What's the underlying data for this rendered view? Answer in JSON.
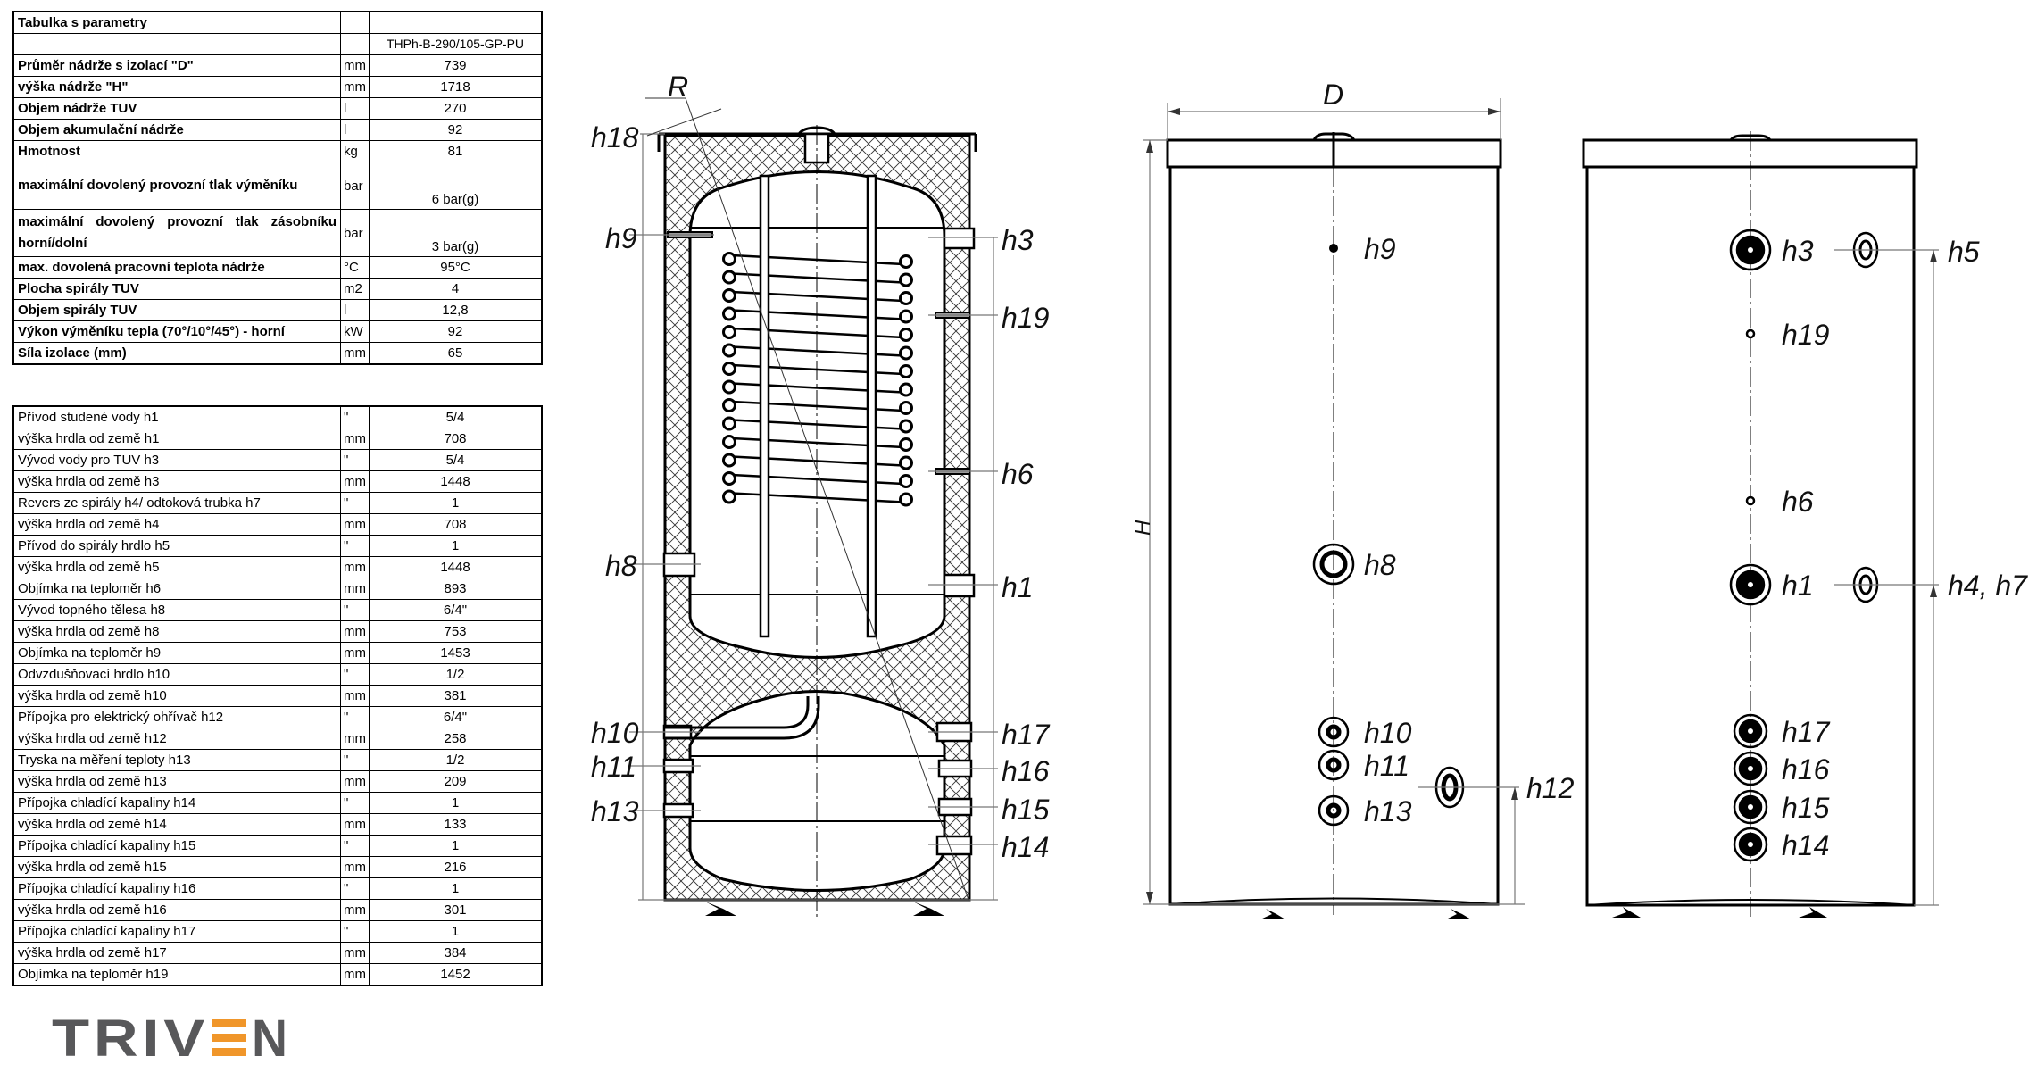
{
  "params_table": {
    "title": "Tabulka s parametry",
    "model": "THPh-B-290/105-GP-PU",
    "rows": [
      {
        "label": "Průměr nádrže s izolací \"D\"",
        "unit": "mm",
        "value": "739"
      },
      {
        "label": "výška nádrže \"H\"",
        "unit": "mm",
        "value": "1718"
      },
      {
        "label": "Objem nádrže TUV",
        "unit": "l",
        "value": "270"
      },
      {
        "label": "Objem akumulační nádrže",
        "unit": "l",
        "value": "92"
      },
      {
        "label": "Hmotnost",
        "unit": "kg",
        "value": "81"
      },
      {
        "label": "maximální dovolený provozní tlak výměníku",
        "unit": "bar",
        "value": "6 bar(g)"
      },
      {
        "label": "maximální dovolený provozní tlak zásobníku horní/dolní",
        "unit": "bar",
        "value": "3 bar(g)"
      },
      {
        "label": "max. dovolená pracovní teplota nádrže",
        "unit": "°C",
        "value": "95°C"
      },
      {
        "label": "Plocha spirály TUV",
        "unit": "m2",
        "value": "4"
      },
      {
        "label": "Objem spirály TUV",
        "unit": "l",
        "value": "12,8"
      },
      {
        "label": "Výkon výměníku tepla (70°/10°/45°) - horní",
        "unit": "kW",
        "value": "92"
      },
      {
        "label": "Síla izolace (mm)",
        "unit": "mm",
        "value": "65"
      }
    ]
  },
  "connections_table": {
    "rows": [
      {
        "label": "Přívod studené vody h1",
        "unit": "\"",
        "value": "5/4"
      },
      {
        "label": "výška hrdla od země h1",
        "unit": "mm",
        "value": "708"
      },
      {
        "label": "Vývod vody pro TUV h3",
        "unit": "\"",
        "value": "5/4"
      },
      {
        "label": "výška hrdla od země h3",
        "unit": "mm",
        "value": "1448"
      },
      {
        "label": "Revers ze spirály h4/ odtoková trubka h7",
        "unit": "\"",
        "value": "1"
      },
      {
        "label": "výška hrdla od země h4",
        "unit": "mm",
        "value": "708"
      },
      {
        "label": "Přívod do spirály hrdlo h5",
        "unit": "\"",
        "value": "1"
      },
      {
        "label": "výška hrdla od země h5",
        "unit": "mm",
        "value": "1448"
      },
      {
        "label": "Objímka na teploměr h6",
        "unit": "mm",
        "value": "893"
      },
      {
        "label": "Vývod topného tělesa h8",
        "unit": "\"",
        "value": "6/4\""
      },
      {
        "label": "výška hrdla od země h8",
        "unit": "mm",
        "value": "753"
      },
      {
        "label": "Objímka na teploměr h9",
        "unit": "mm",
        "value": "1453"
      },
      {
        "label": "Odvzdušňovací hrdlo h10",
        "unit": "\"",
        "value": "1/2"
      },
      {
        "label": "výška hrdla od země h10",
        "unit": "mm",
        "value": "381"
      },
      {
        "label": "Přípojka pro elektrický ohřívač h12",
        "unit": "\"",
        "value": "6/4\""
      },
      {
        "label": "výška hrdla od země h12",
        "unit": "mm",
        "value": "258"
      },
      {
        "label": "Tryska na měření teploty h13",
        "unit": "\"",
        "value": "1/2"
      },
      {
        "label": "výška hrdla od země h13",
        "unit": "mm",
        "value": "209"
      },
      {
        "label": "Přípojka chladící kapaliny h14",
        "unit": "\"",
        "value": "1"
      },
      {
        "label": "výška hrdla od země h14",
        "unit": "mm",
        "value": "133"
      },
      {
        "label": "Přípojka chladící kapaliny h15",
        "unit": "\"",
        "value": "1"
      },
      {
        "label": "výška hrdla od země h15",
        "unit": "mm",
        "value": "216"
      },
      {
        "label": "Přípojka chladící kapaliny h16",
        "unit": "\"",
        "value": "1"
      },
      {
        "label": "výška hrdla od země h16",
        "unit": "mm",
        "value": "301"
      },
      {
        "label": "Přípojka chladící kapaliny h17",
        "unit": "\"",
        "value": "1"
      },
      {
        "label": "výška hrdla od země h17",
        "unit": "mm",
        "value": "384"
      },
      {
        "label": "Objímka na teploměr h19",
        "unit": "mm",
        "value": "1452"
      }
    ]
  },
  "logo": {
    "text": "TRIVEN",
    "colors": {
      "gray": "#58585a",
      "orange": "#f0962a"
    }
  },
  "section_view": {
    "labels": {
      "R": "R",
      "h18": "h18",
      "h9": "h9",
      "h8": "h8",
      "h10": "h10",
      "h11": "h11",
      "h13": "h13",
      "h3": "h3",
      "h19": "h19",
      "h6": "h6",
      "h1": "h1",
      "h17": "h17",
      "h16": "h16",
      "h15": "h15",
      "h14": "h14"
    }
  },
  "front_view": {
    "labels": {
      "D": "D",
      "H": "H",
      "h9": "h9",
      "h8": "h8",
      "h10": "h10",
      "h11": "h11",
      "h13": "h13",
      "h12": "h12"
    }
  },
  "side_view": {
    "labels": {
      "h3": "h3",
      "h5": "h5",
      "h19": "h19",
      "h6": "h6",
      "h1": "h1",
      "h4h7": "h4, h7",
      "h17": "h17",
      "h16": "h16",
      "h15": "h15",
      "h14": "h14"
    }
  }
}
